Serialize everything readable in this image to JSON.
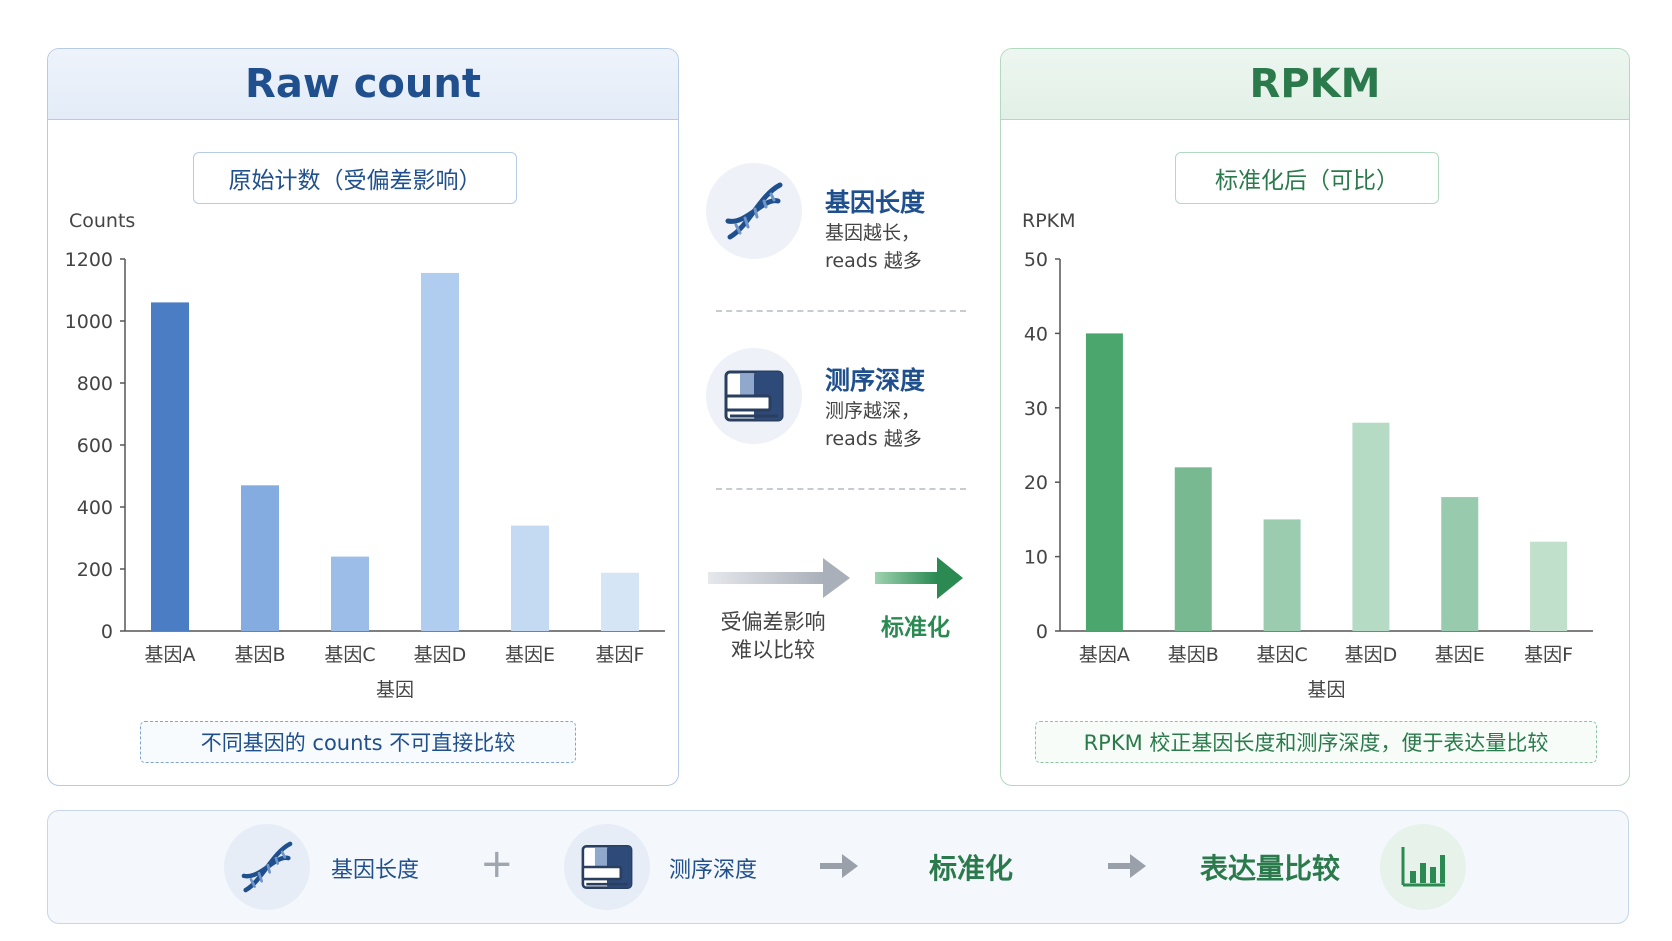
{
  "left_panel": {
    "header": "Raw count",
    "subtitle": "原始计数（受偏差影响）",
    "note": "不同基因的 counts 不可直接比较"
  },
  "right_panel": {
    "header": "RPKM",
    "subtitle": "标准化后（可比）",
    "note": "RPKM 校正基因长度和测序深度，便于表达量比较"
  },
  "middle": {
    "gene_length": {
      "title": "基因长度",
      "desc_line1": "基因越长，",
      "desc_line2": "reads 越多",
      "icon": "dna-icon"
    },
    "seq_depth": {
      "title": "测序深度",
      "desc_line1": "测序越深，",
      "desc_line2": "reads 越多",
      "icon": "sequencer-icon"
    },
    "biased_label_line1": "受偏差影响",
    "biased_label_line2": "难以比较",
    "normalize_label": "标准化"
  },
  "bottom": {
    "gene_length": "基因长度",
    "plus": "+",
    "seq_depth": "测序深度",
    "normalize": "标准化",
    "compare": "表达量比较",
    "compare_icon": "bar-chart-icon"
  },
  "chart_data": [
    {
      "type": "bar",
      "ylabel": "Counts",
      "xlabel": "基因",
      "categories": [
        "基因A",
        "基因B",
        "基因C",
        "基因D",
        "基因E",
        "基因F"
      ],
      "values": [
        1060,
        470,
        240,
        1155,
        340,
        188
      ],
      "ylim": [
        0,
        1200
      ],
      "yticks": [
        0,
        200,
        400,
        600,
        800,
        1000,
        1200
      ],
      "colors": [
        "#4a7dc4",
        "#85ace0",
        "#9bbde8",
        "#b0cdef",
        "#c4d9f2",
        "#d6e5f6"
      ]
    },
    {
      "type": "bar",
      "ylabel": "RPKM",
      "xlabel": "基因",
      "categories": [
        "基因A",
        "基因B",
        "基因C",
        "基因D",
        "基因E",
        "基因F"
      ],
      "values": [
        40,
        22,
        15,
        28,
        18,
        12
      ],
      "ylim": [
        0,
        50
      ],
      "yticks": [
        0,
        10,
        20,
        30,
        40,
        50
      ],
      "colors": [
        "#4aa66d",
        "#79b992",
        "#9bccb0",
        "#b6dbc5",
        "#98cbad",
        "#c0e0cc"
      ]
    }
  ]
}
